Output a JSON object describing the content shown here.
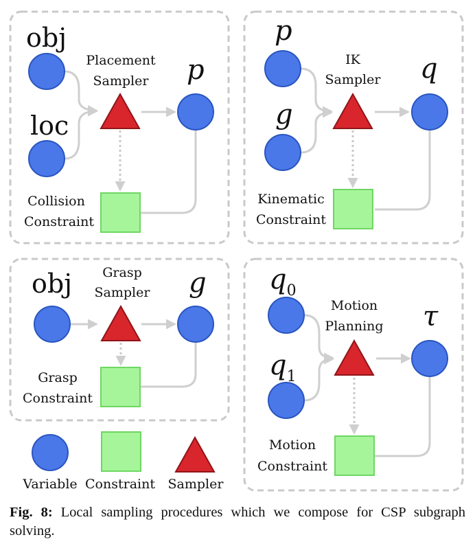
{
  "panels": {
    "placement": {
      "inputs": [
        "obj",
        "loc"
      ],
      "sampler_label": [
        "Placement",
        "Sampler"
      ],
      "output": "p",
      "constraint_label": [
        "Collision",
        "Constraint"
      ]
    },
    "ik": {
      "inputs": [
        "p",
        "g"
      ],
      "sampler_label": [
        "IK",
        "Sampler"
      ],
      "output": "q",
      "constraint_label": [
        "Kinematic",
        "Constraint"
      ]
    },
    "grasp": {
      "inputs": [
        "obj"
      ],
      "sampler_label": [
        "Grasp",
        "Sampler"
      ],
      "output": "g",
      "constraint_label": [
        "Grasp",
        "Constraint"
      ]
    },
    "motion": {
      "inputs": [
        {
          "base": "q",
          "sub": "0"
        },
        {
          "base": "q",
          "sub": "1"
        }
      ],
      "sampler_label": [
        "Motion",
        "Planning"
      ],
      "output": "τ",
      "constraint_label": [
        "Motion",
        "Constraint"
      ]
    }
  },
  "legend": {
    "variable": "Variable",
    "constraint": "Constraint",
    "sampler": "Sampler"
  },
  "caption": {
    "label": "Fig. 8:",
    "text": " Local sampling procedures which we compose for CSP subgraph solving."
  },
  "colors": {
    "variable": "#4a78e8",
    "constraint": "#a6f59b",
    "sampler": "#d8262c",
    "edge": "#cfcfcf",
    "panel_border": "#c9c9c9"
  }
}
